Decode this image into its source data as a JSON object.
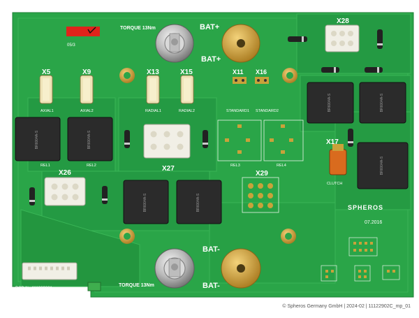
{
  "board": {
    "labels": {
      "torque_top": "TORQUE 13Nm",
      "torque_bottom": "TORQUE 13Nm",
      "bat_plus_top": "BAT+",
      "bat_plus_bottom": "BAT+",
      "bat_minus_top": "BAT-",
      "bat_minus_bottom": "BAT-",
      "x5": "X5",
      "x9": "X9",
      "x13": "X13",
      "x15": "X15",
      "x11": "X11",
      "x16": "X16",
      "x28": "X28",
      "x26": "X26",
      "x27": "X27",
      "x29": "X29",
      "x17": "X17",
      "axial1": "AXIAL1",
      "axial2": "AXIAL2",
      "radial1": "RADIAL1",
      "radial2": "RADIAL2",
      "standard1": "STANDARD1",
      "standard2": "STANDARD2",
      "rel1": "REL1",
      "rel2": "REL2",
      "rel3": "REL3",
      "rel4": "REL4",
      "clutch": "CLUTCH",
      "brand": "SPHEROS",
      "date_code": "07.2016",
      "pcb_no": "PCB-Nr. 111229021",
      "lot_code": "05/3",
      "relay_text": "BR6004A-S"
    }
  },
  "credit": "© Spheros Germany GmbH | 2024-02 | 11122902C_mp_01",
  "colors": {
    "pcb": "#2aa548",
    "pcb_dark": "#1e8a3a",
    "trace": "#35b652",
    "gold": "#c9a23a",
    "relay": "#2b2b2b",
    "connector": "#f1efe6"
  }
}
